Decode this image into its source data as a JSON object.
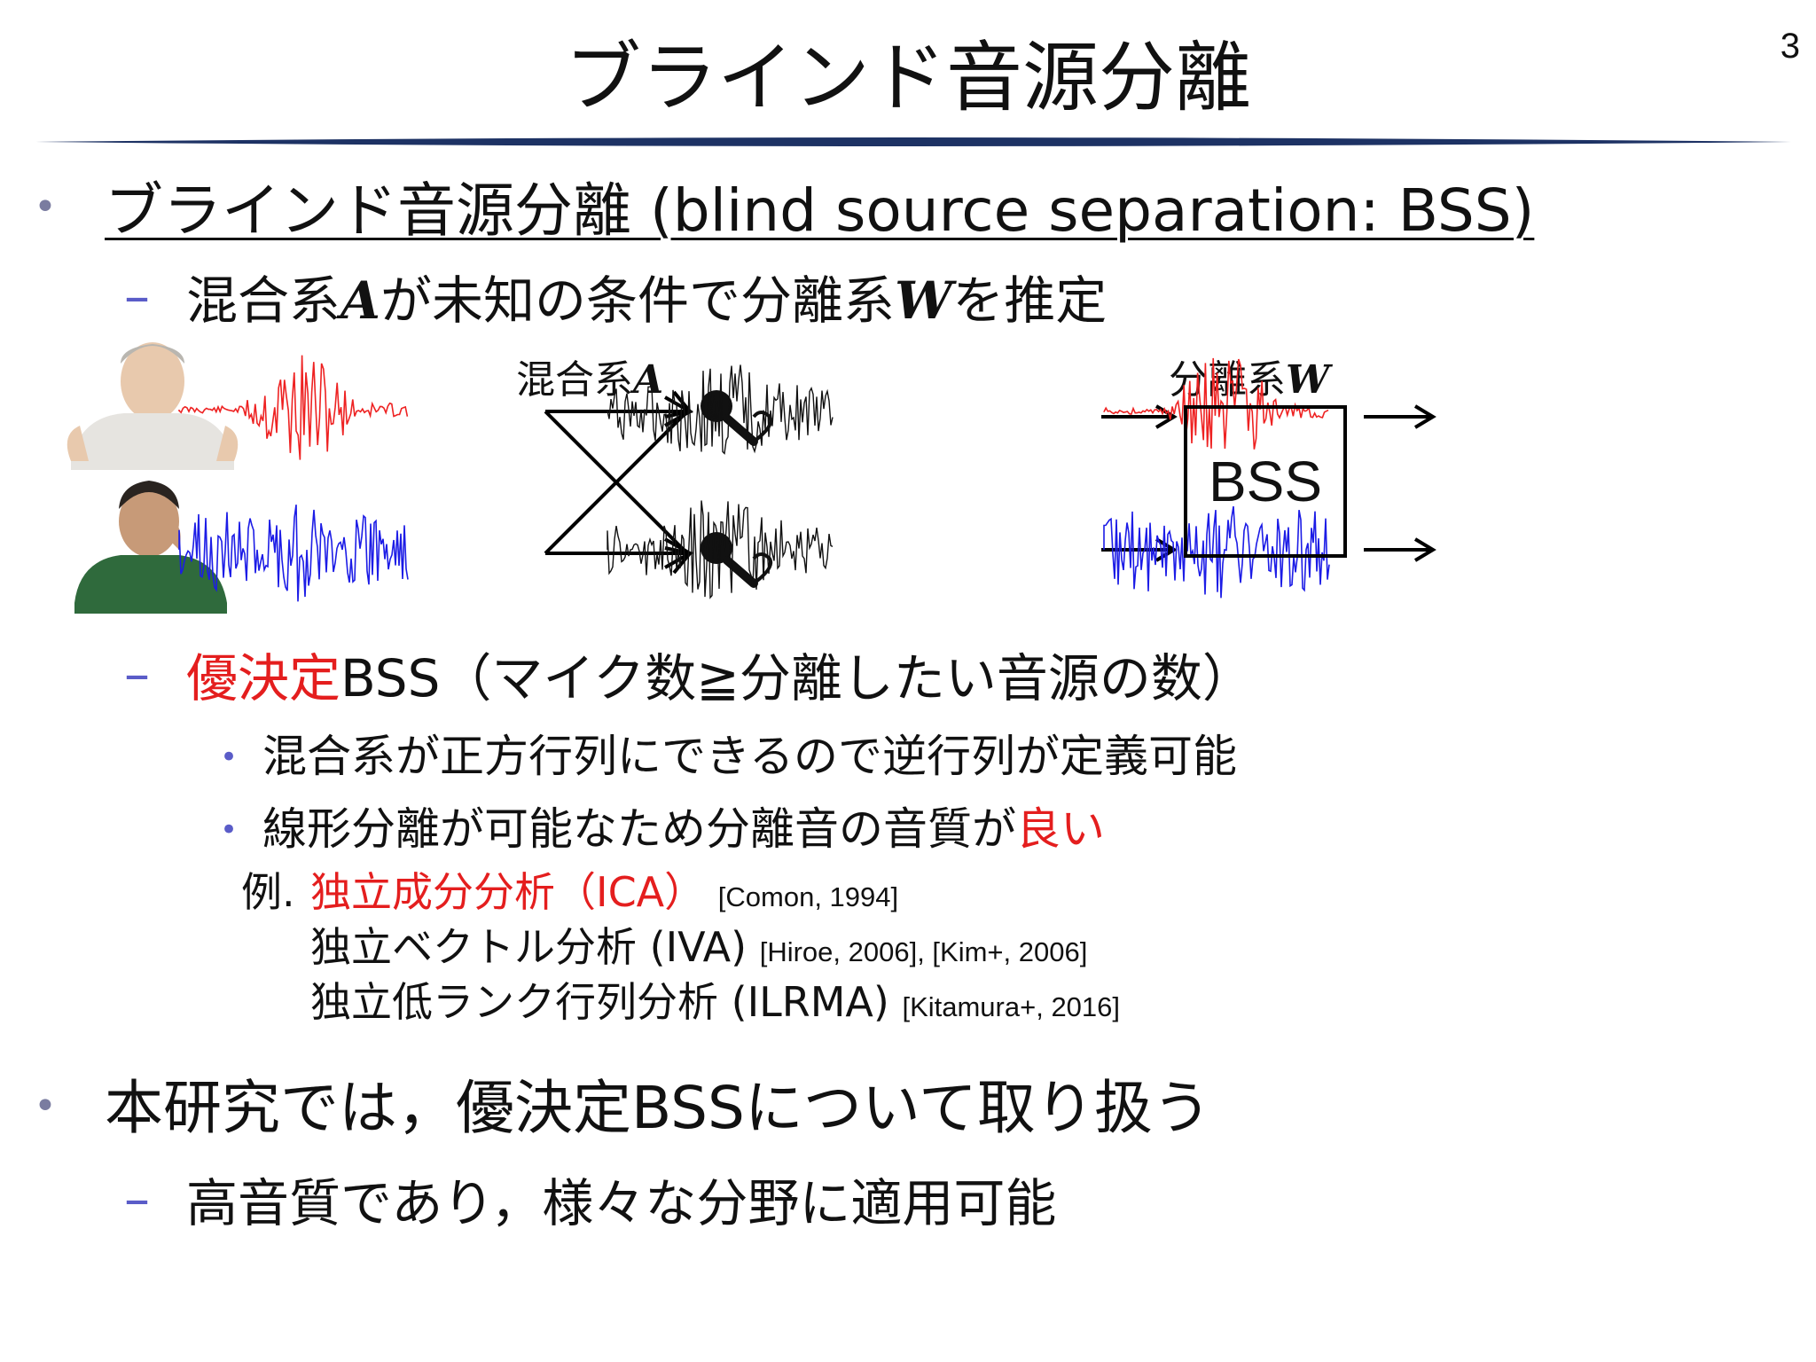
{
  "slide": {
    "page_number": "3",
    "title": "ブラインド音源分離"
  },
  "bullet1": {
    "text": "ブラインド音源分離 (blind source separation: BSS)",
    "sub1": {
      "prefix": "混合系",
      "var_a": "A",
      "middle": "が未知の条件で分離系",
      "var_w": "W",
      "suffix": "を推定"
    },
    "diagram": {
      "mix_label": "混合系",
      "mix_var": "A",
      "sep_label": "分離系",
      "sep_var": "W",
      "box_label": "BSS",
      "colors": {
        "source1": "#ee2222",
        "source2": "#1c1ce6",
        "mixed": "#111111"
      }
    },
    "sub2": {
      "highlight": "優決定",
      "rest": "BSS（マイク数≧分離したい音源の数）",
      "points": [
        "混合系が正方行列にできるので逆行列が定義可能",
        "線形分離が可能なため分離音の音質が"
      ],
      "point2_highlight": "良い",
      "examples": {
        "prefix": "例.",
        "items": [
          {
            "name": "独立成分分析（ICA）",
            "cite": "[Comon, 1994]"
          },
          {
            "name": "独立ベクトル分析 (IVA)",
            "cite": "[Hiroe, 2006], [Kim+, 2006]"
          },
          {
            "name": "独立低ランク行列分析 (ILRMA)",
            "cite": "[Kitamura+, 2016]"
          }
        ]
      }
    }
  },
  "bullet2": {
    "text": "本研究では，優決定BSSについて取り扱う",
    "sub": "高音質であり，様々な分野に適用可能"
  }
}
